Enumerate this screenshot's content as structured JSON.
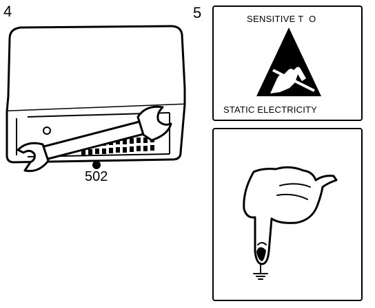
{
  "figures": {
    "fig4": {
      "number": "4",
      "part_label": "502"
    },
    "fig5": {
      "number": "5",
      "warning_top": "SENSITIVE T  O",
      "warning_bottom": "STATIC ELECTRICITY"
    }
  },
  "icons": [
    "control-unit-illustration",
    "wrench-icon",
    "esd-warning-icon",
    "finger-ground-icon",
    "ground-symbol-icon"
  ]
}
